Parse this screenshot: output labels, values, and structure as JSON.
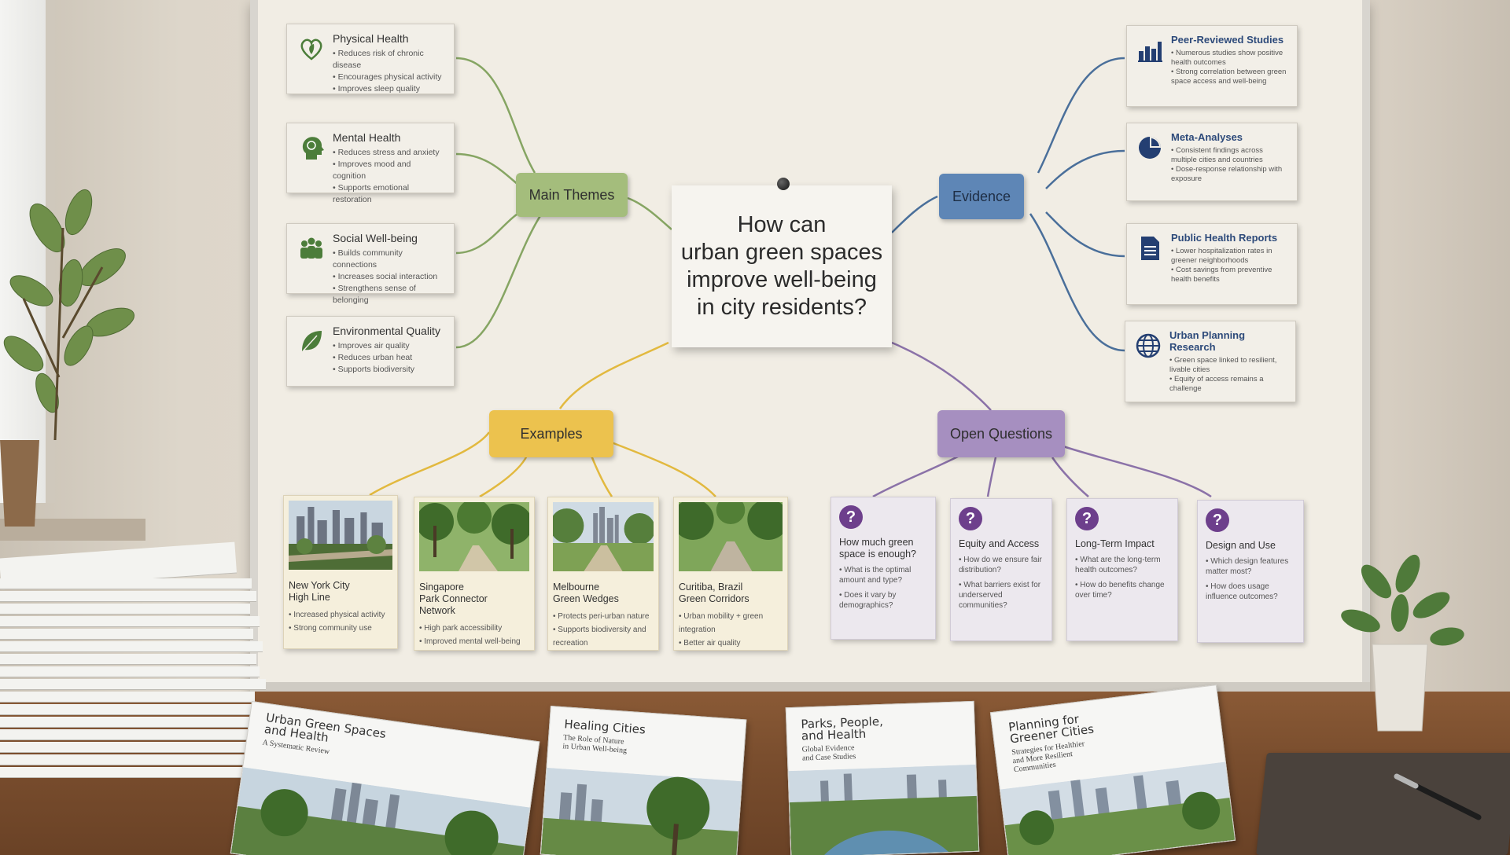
{
  "central_question": "How can\nurban green spaces\nimprove well-being\nin city residents?",
  "colors": {
    "main_themes": "#a4bd7c",
    "evidence": "#5e86b6",
    "examples": "#ecc24e",
    "open_questions": "#a68fc0",
    "theme_icon": "#4c7d3a",
    "evidence_icon": "#243f72",
    "question_icon": "#6d3f8c"
  },
  "main_themes": {
    "label": "Main Themes",
    "cards": [
      {
        "icon": "heart-leaf-icon",
        "title": "Physical Health",
        "bullets": [
          "Reduces risk of chronic disease",
          "Encourages physical activity",
          "Improves sleep quality"
        ]
      },
      {
        "icon": "brain-head-icon",
        "title": "Mental Health",
        "bullets": [
          "Reduces stress and anxiety",
          "Improves mood and cognition",
          "Supports emotional restoration"
        ]
      },
      {
        "icon": "people-group-icon",
        "title": "Social Well-being",
        "bullets": [
          "Builds community connections",
          "Increases social interaction",
          "Strengthens sense of belonging"
        ]
      },
      {
        "icon": "leaf-icon",
        "title": "Environmental Quality",
        "bullets": [
          "Improves air quality",
          "Reduces urban heat",
          "Supports biodiversity"
        ]
      }
    ]
  },
  "evidence": {
    "label": "Evidence",
    "cards": [
      {
        "icon": "bar-chart-icon",
        "title": "Peer-Reviewed Studies",
        "bullets": [
          "Numerous studies show positive health outcomes",
          "Strong correlation between green space access and well-being"
        ]
      },
      {
        "icon": "pie-chart-icon",
        "title": "Meta-Analyses",
        "bullets": [
          "Consistent findings across multiple cities and countries",
          "Dose-response relationship with exposure"
        ]
      },
      {
        "icon": "document-icon",
        "title": "Public Health Reports",
        "bullets": [
          "Lower hospitalization rates in greener neighborhoods",
          "Cost savings from preventive health benefits"
        ]
      },
      {
        "icon": "globe-icon",
        "title": "Urban Planning Research",
        "bullets": [
          "Green space linked to resilient, livable cities",
          "Equity of access remains a challenge"
        ]
      }
    ]
  },
  "examples": {
    "label": "Examples",
    "cards": [
      {
        "title": "New York City\nHigh Line",
        "bullets": [
          "Increased physical activity",
          "Strong community use"
        ]
      },
      {
        "title": "Singapore\nPark Connector\nNetwork",
        "bullets": [
          "High park accessibility",
          "Improved mental well-being"
        ]
      },
      {
        "title": "Melbourne\nGreen Wedges",
        "bullets": [
          "Protects peri-urban nature",
          "Supports biodiversity and recreation"
        ]
      },
      {
        "title": "Curitiba, Brazil\nGreen Corridors",
        "bullets": [
          "Urban mobility + green integration",
          "Better air quality"
        ]
      }
    ]
  },
  "open_questions": {
    "label": "Open Questions",
    "cards": [
      {
        "title": "How much green space is enough?",
        "bullets": [
          "What is the optimal amount and type?",
          "Does it vary by demographics?"
        ]
      },
      {
        "title": "Equity and Access",
        "bullets": [
          "How do we ensure fair distribution?",
          "What barriers exist for underserved communities?"
        ]
      },
      {
        "title": "Long-Term Impact",
        "bullets": [
          "What are the long-term health outcomes?",
          "How do benefits change over time?"
        ]
      },
      {
        "title": "Design and Use",
        "bullets": [
          "Which design features matter most?",
          "How does usage influence outcomes?"
        ]
      }
    ]
  },
  "reports": [
    {
      "title": "Urban Green Spaces\nand Health",
      "subtitle": "A Systematic Review"
    },
    {
      "title": "Healing Cities",
      "subtitle": "The Role of Nature\nin Urban Well-being"
    },
    {
      "title": "Parks, People,\nand Health",
      "subtitle": "Global Evidence\nand Case Studies"
    },
    {
      "title": "Planning for\nGreener Cities",
      "subtitle": "Strategies for Healthier\nand More Resilient\nCommunities"
    }
  ]
}
